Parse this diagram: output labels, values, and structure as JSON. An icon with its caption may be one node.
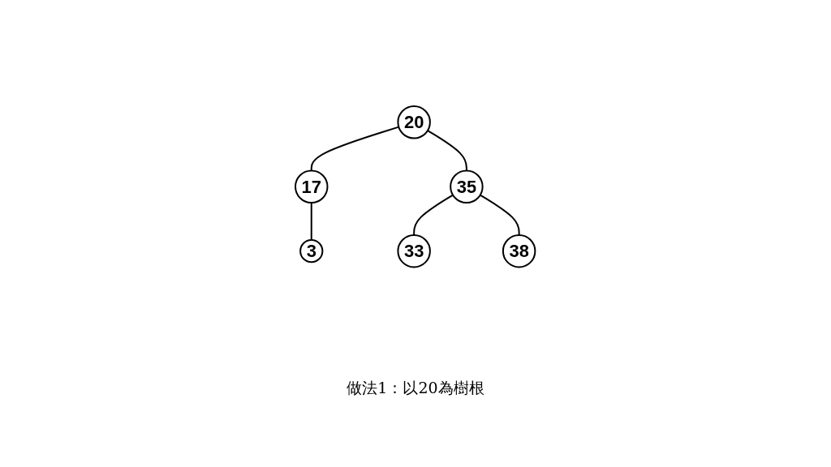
{
  "diagram": {
    "caption": "做法1：以20為樹根",
    "nodes": [
      {
        "text": [
          "20"
        ]
      },
      {
        "text": [
          "17"
        ]
      },
      {
        "text": [
          "35"
        ]
      },
      {
        "text": [
          "3"
        ]
      },
      {
        "text": [
          "33"
        ]
      },
      {
        "text": [
          "38"
        ]
      }
    ],
    "edges": [
      {
        "from": 0,
        "to": 1,
        "arrow": "none"
      },
      {
        "from": 0,
        "to": 2,
        "arrow": "none"
      },
      {
        "from": 1,
        "to": 3,
        "arrow": "none"
      },
      {
        "from": 2,
        "to": 4,
        "arrow": "none"
      },
      {
        "from": 2,
        "to": 5,
        "arrow": "none"
      }
    ]
  }
}
